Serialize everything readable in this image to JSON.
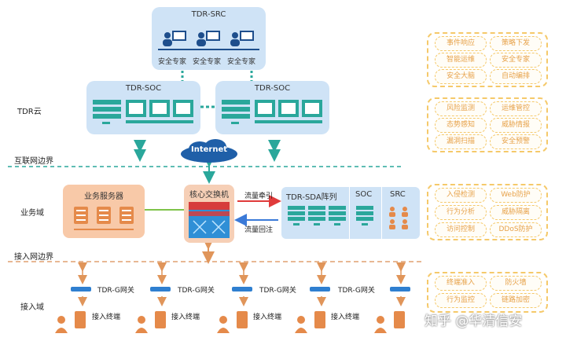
{
  "zones": {
    "cloud": "TDR云",
    "internet_border": "互联网边界",
    "business": "业务域",
    "access_border": "接入网边界",
    "access": "接入域"
  },
  "src": {
    "title": "TDR-SRC",
    "experts": [
      "安全专家",
      "安全专家",
      "安全专家"
    ]
  },
  "soc": {
    "left": "TDR-SOC",
    "right": "TDR-SOC"
  },
  "internet": "Internet",
  "business_server": "业务服务器",
  "core_switch": "核心交换机",
  "sda_group": {
    "sda": "TDR-SDA阵列",
    "soc": "SOC",
    "src": "SRC"
  },
  "flow": {
    "mirror": "流量牵引",
    "back": "流量回注"
  },
  "gateways": [
    "TDR-G网关",
    "TDR-G网关",
    "TDR-G网关",
    "TDR-G网关"
  ],
  "terminals": [
    "接入终端",
    "接入终端",
    "接入终端",
    "接入终端"
  ],
  "panels": [
    {
      "chips": [
        "事件响应",
        "策略下发",
        "智能运维",
        "安全专家",
        "安全大脑",
        "自动编排"
      ]
    },
    {
      "chips": [
        "风险监测",
        "运维管控",
        "态势感知",
        "威胁情报",
        "漏洞扫描",
        "安全预警"
      ]
    },
    {
      "chips": [
        "入侵检测",
        "Web防护",
        "行为分析",
        "威胁隔离",
        "访问控制",
        "DDoS防护"
      ]
    },
    {
      "chips": [
        "终端准入",
        "防火墙",
        "行为监控",
        "链路加密"
      ]
    }
  ],
  "watermark": "知乎 @华清信安",
  "colors": {
    "blue_box": "#cfe3f6",
    "teal": "#2aa79b",
    "orange_box": "#f8c9a8",
    "chip_text": "#e7a24a",
    "chip_border": "#f5c96a",
    "red_arrow": "#e03b3b"
  }
}
